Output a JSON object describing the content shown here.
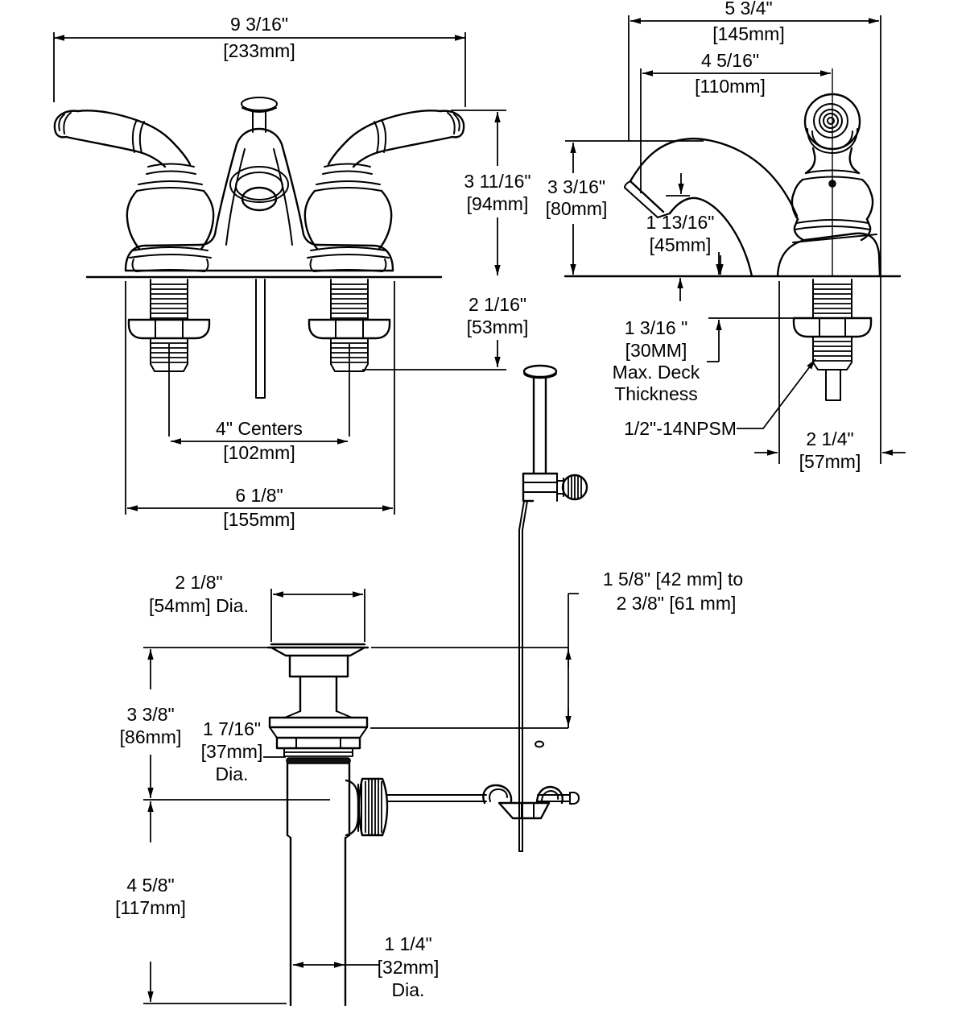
{
  "drawing": {
    "kind": "two-handle centerset lavatory faucet with pop-up drain - dimension drawing",
    "background_color": "#ffffff",
    "line_color": "#000000"
  },
  "front_view": {
    "overall_width_in": "9 3/16\"",
    "overall_width_mm": "[233mm]",
    "handle_height_in": "3 11/16\"",
    "handle_height_mm": "[94mm]",
    "shank_length_in": "2 1/16\"",
    "shank_length_mm": "[53mm]",
    "centers_in": "4\" Centers",
    "centers_mm": "[102mm]",
    "base_width_in": "6 1/8\"",
    "base_width_mm": "[155mm]"
  },
  "side_view": {
    "overall_depth_in": "5 3/4\"",
    "overall_depth_mm": "[145mm]",
    "spout_reach_in": "4 5/16\"",
    "spout_reach_mm": "[110mm]",
    "spout_height_in": "3 3/16\"",
    "spout_height_mm": "[80mm]",
    "spout_clearance_in": "1 13/16\"",
    "spout_clearance_mm": "[45mm]",
    "deck_thickness_in": "1 3/16 \"",
    "deck_thickness_mm": "[30MM]",
    "deck_thickness_label1": "Max. Deck",
    "deck_thickness_label2": "Thickness",
    "shank_thread": "1/2\"-14NPSM",
    "base_depth_in": "2 1/4\"",
    "base_depth_mm": "[57mm]"
  },
  "drain_view": {
    "flange_dia_in": "2 1/8\"",
    "flange_dia_mm": "[54mm] Dia.",
    "adjust_range_line1": "1 5/8\" [42 mm] to",
    "adjust_range_line2": "2 3/8\" [61 mm]",
    "upper_height_in": "3 3/8\"",
    "upper_height_mm": "[86mm]",
    "thread_dia_in": "1 7/16\"",
    "thread_dia_mm": "[37mm]",
    "thread_dia_label": "Dia.",
    "lower_height_in": "4 5/8\"",
    "lower_height_mm": "[117mm]",
    "tailpiece_dia_in": "1 1/4\"",
    "tailpiece_dia_mm": "[32mm]",
    "tailpiece_dia_label": "Dia."
  }
}
